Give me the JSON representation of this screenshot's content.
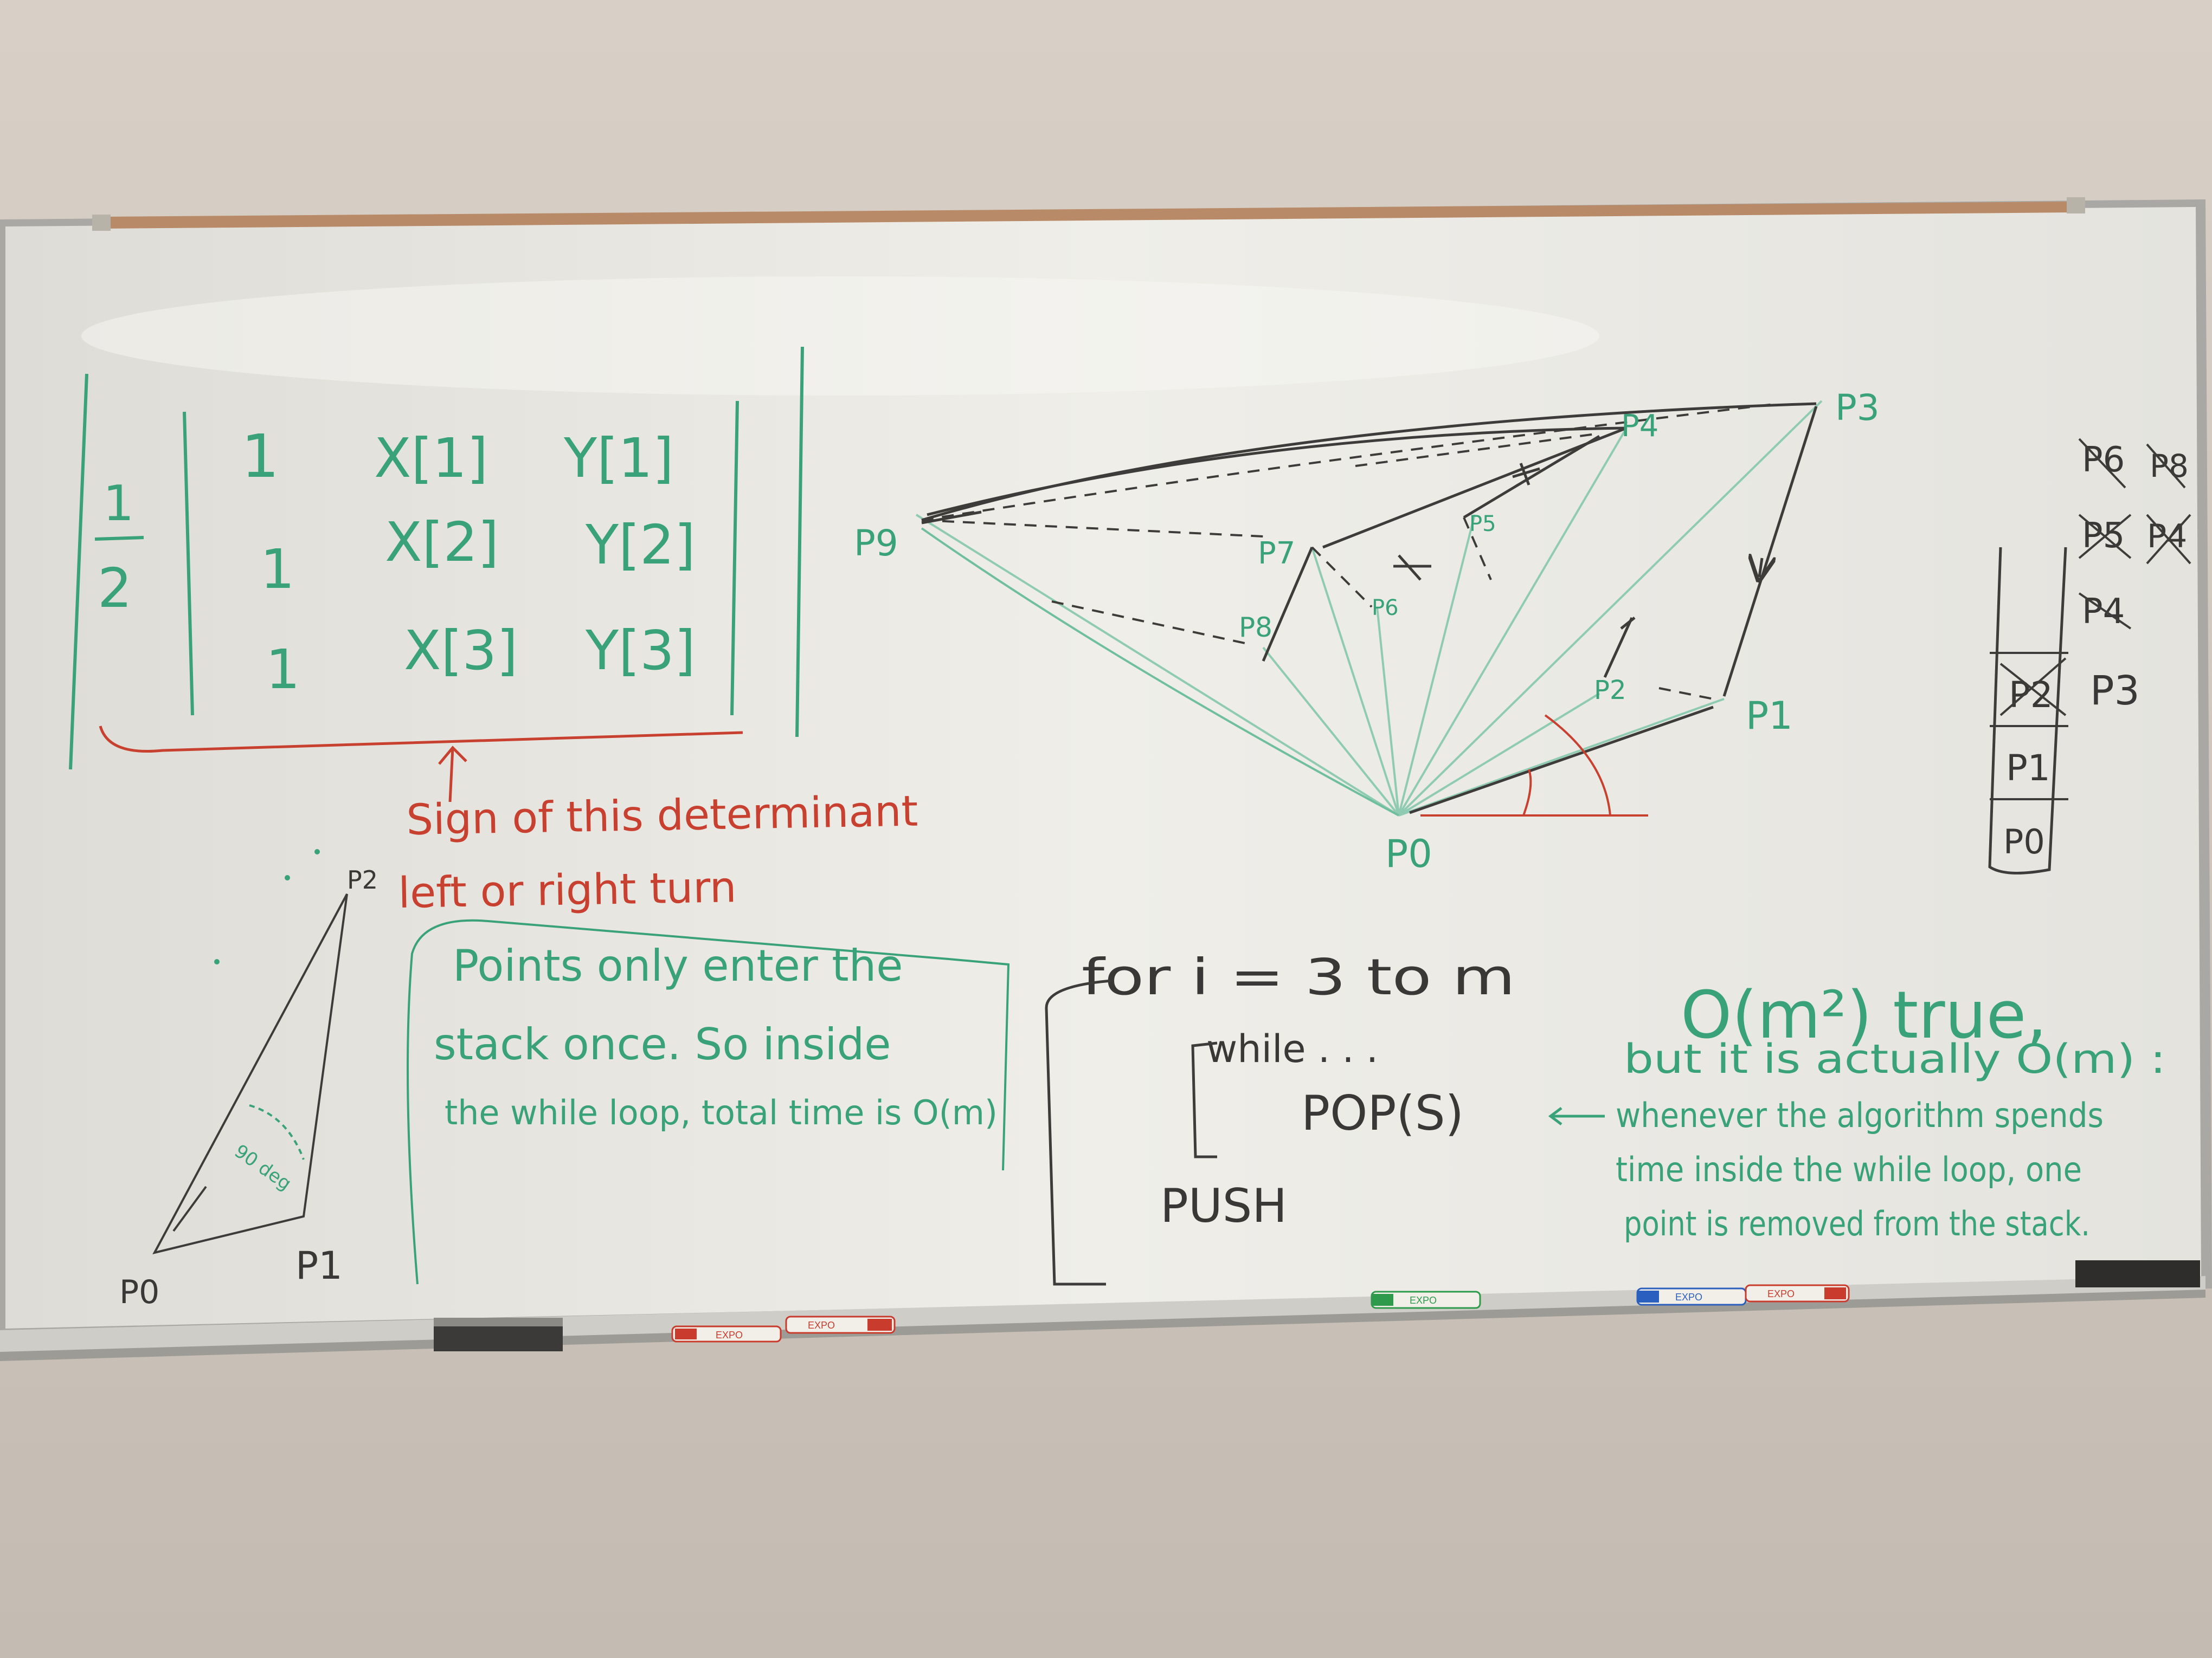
{
  "determinant": {
    "fraction_num": "1",
    "fraction_den": "2",
    "rows": [
      [
        "1",
        "X[1]",
        "Y[1]"
      ],
      [
        "1",
        "X[2]",
        "Y[2]"
      ],
      [
        "1",
        "X[3]",
        "Y[3]"
      ]
    ]
  },
  "sign_note": {
    "line1": "Sign of this determinant",
    "line2": "left or right turn"
  },
  "stack_note": {
    "line1": "Points    only enter the",
    "line2": "stack once. So inside",
    "line3": "the while loop, total time is O(m)"
  },
  "small_triangle": {
    "p0": "P0",
    "p1": "P1",
    "p2": "P2",
    "angle": "90 deg"
  },
  "hull": {
    "labels": [
      "P9",
      "P8",
      "P7",
      "P6",
      "P5",
      "P4",
      "P3",
      "P2",
      "P1",
      "P0"
    ]
  },
  "stack": {
    "crossed": [
      "P6",
      "P8",
      "P5",
      "P4",
      "P4"
    ],
    "side": "P3",
    "cells": [
      "P2",
      "P1",
      "P0"
    ]
  },
  "pseudocode": {
    "for_line": "for  i = 3      to m",
    "while_line": "while . . .",
    "pop_line": "POP(S)",
    "push_line": "PUSH"
  },
  "complexity": {
    "line1": "O(m²) true,",
    "line2": "but it is actually  O(m) :",
    "line3": "whenever the algorithm spends",
    "line4": "time inside the while loop, one",
    "line5": "point is removed from the stack."
  },
  "markers": {
    "brand": "EXPO"
  },
  "colors": {
    "marker_green": "#3aa27a",
    "marker_red": "#c8402f",
    "marker_black": "#3e3c3a",
    "board_white": "#ecebe6",
    "wall": "#cfc7bd"
  }
}
